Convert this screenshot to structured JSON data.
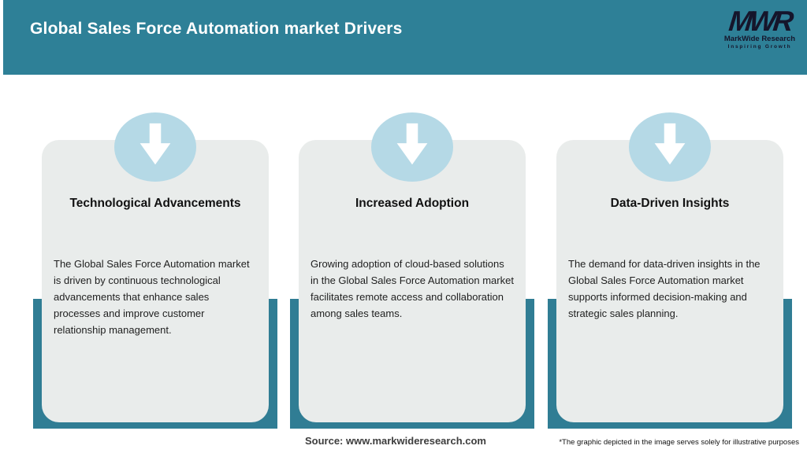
{
  "header": {
    "title": "Global Sales Force Automation market Drivers",
    "logo": {
      "monogram": "MWR",
      "company": "MarkWide Research",
      "tagline": "Inspiring Growth"
    }
  },
  "cards": [
    {
      "title": "Technological Advancements",
      "body": "The Global Sales Force Automation market is driven by continuous technological advancements that enhance sales processes and improve customer relationship management."
    },
    {
      "title": "Increased Adoption",
      "body": "Growing adoption of cloud-based solutions in the Global Sales Force Automation market facilitates remote access and collaboration among sales teams."
    },
    {
      "title": "Data-Driven Insights",
      "body": "The demand for data-driven insights in the Global Sales Force Automation market supports informed decision-making and strategic sales planning."
    }
  ],
  "footer": {
    "source": "Source: www.markwideresearch.com",
    "disclaimer": "*The graphic depicted in the image serves solely for illustrative purposes"
  },
  "icons": [
    {
      "name": "down-arrow-icon"
    },
    {
      "name": "down-arrow-icon"
    },
    {
      "name": "down-arrow-icon"
    }
  ],
  "colors": {
    "header_teal": "#2e8097",
    "shadow_teal": "#307d94",
    "card_gray": "#e9eceb",
    "circle_blue": "#b5d9e6",
    "logo_navy": "#15152b",
    "title_white": "#ffffff"
  }
}
